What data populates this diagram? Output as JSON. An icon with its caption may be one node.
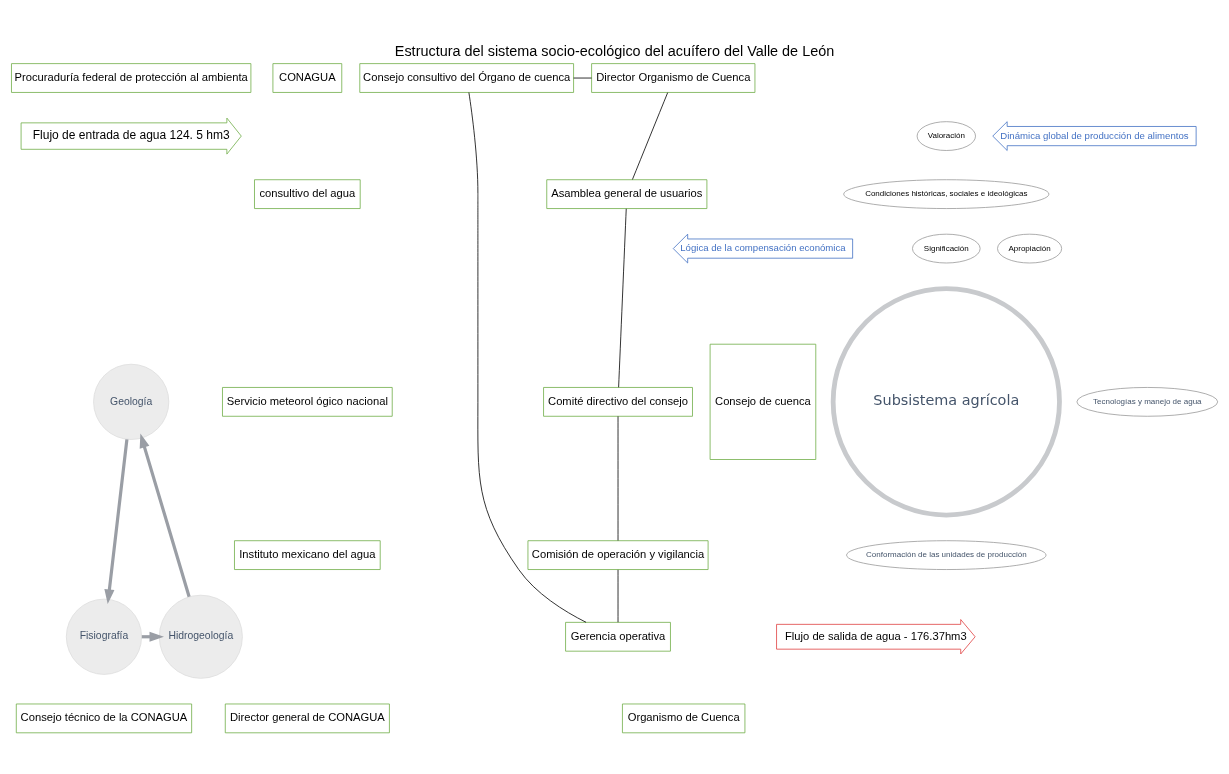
{
  "diagram": {
    "title": "Estructura del sistema socio-ecológico del acuífero del Valle de León",
    "nodes": [
      {
        "text": [
          "Procuraduría federal de protección al ambienta"
        ]
      },
      {
        "text": [
          "CONAGUA"
        ]
      },
      {
        "text": [
          "Consejo consultivo del Órgano de cuenca"
        ]
      },
      {
        "text": [
          "Director Organismo de Cuenca"
        ]
      },
      {
        "text": [
          "Flujo de entrada de agua 124. 5 hm3"
        ]
      },
      {
        "text": [
          "Valoración"
        ]
      },
      {
        "text": [
          "Condiciones históricas, sociales e ideológicas"
        ]
      },
      {
        "text": [
          "Dinámica global de producción de alimentos"
        ]
      },
      {
        "text": [
          "Asamblea general de usuarios"
        ]
      },
      {
        "text": [
          "consultivo del agua"
        ]
      },
      {
        "text": [
          "Lógica de la compensación económica"
        ]
      },
      {
        "text": [
          "Significación"
        ]
      },
      {
        "text": [
          "Apropiación"
        ]
      },
      {
        "text": [
          "Geología"
        ]
      },
      {
        "text": [
          "Tecnologías y manejo de agua"
        ]
      },
      {
        "text": [
          "Subsistema agrícola"
        ]
      },
      {
        "text": [
          "Comité directivo del consejo"
        ]
      },
      {
        "text": [
          "Consejo de cuenca"
        ]
      },
      {
        "text": [
          "Servicio meteorol ógico nacional"
        ]
      },
      {
        "text": [
          "Comisión de operación y vigilancia"
        ]
      },
      {
        "text": [
          "Instituto mexicano del agua"
        ]
      },
      {
        "text": [
          "Gerencia operativa"
        ]
      },
      {
        "text": [
          "Conformación de las unidades de producción"
        ]
      },
      {
        "text": [
          "Hidrogeología"
        ]
      },
      {
        "text": [
          "Fisiografía"
        ]
      },
      {
        "text": [
          "Flujo de salida de agua - 176.37hm3"
        ]
      },
      {
        "text": [
          "Organismo de Cuenca"
        ]
      },
      {
        "text": [
          "Consejo técnico de la CONAGUA"
        ]
      },
      {
        "text": [
          "Director general de CONAGUA"
        ]
      }
    ],
    "edges": [
      {
        "from": 2,
        "to": 3,
        "arrow": "none"
      },
      {
        "from": 3,
        "to": 8,
        "arrow": "none"
      },
      {
        "from": 8,
        "to": 16,
        "arrow": "none"
      },
      {
        "from": 16,
        "to": 19,
        "arrow": "none"
      },
      {
        "from": 19,
        "to": 21,
        "arrow": "none"
      },
      {
        "from": 21,
        "to": 2,
        "arrow": "none"
      },
      {
        "from": 13,
        "to": 24,
        "arrow": "to",
        "style": "thick",
        "color": "#9a9ea5"
      },
      {
        "from": 24,
        "to": 23,
        "arrow": "to",
        "style": "thick",
        "color": "#9a9ea5"
      },
      {
        "from": 23,
        "to": 13,
        "arrow": "to",
        "style": "thick",
        "color": "#9a9ea5"
      }
    ]
  }
}
